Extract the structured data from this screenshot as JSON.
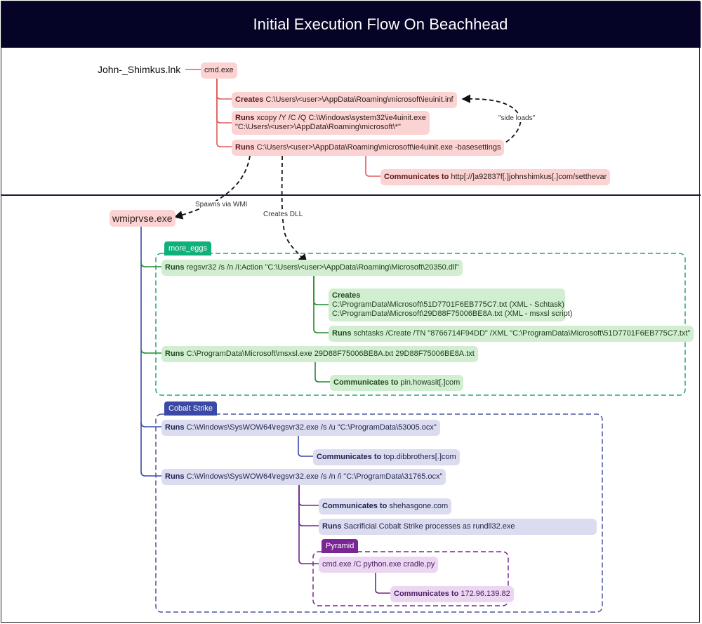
{
  "title": "Initial Execution Flow On Beachhead",
  "colors": {
    "header_bg": "#050426",
    "stage1_line": "#e05b5b",
    "more_eggs": "#1fa57a",
    "cobalt_strike": "#3b49a6",
    "pyramid": "#7b2595"
  },
  "stage1": {
    "root": "John-_Shimkus.lnk",
    "cmd": "cmd.exe",
    "children": [
      {
        "verb": "Creates",
        "text": "C:\\Users\\<user>\\AppData\\Roaming\\microsoft\\ieuinit.inf"
      },
      {
        "verb": "Runs",
        "text": "xcopy  /Y /C /Q C:\\Windows\\system32\\ie4uinit.exe",
        "text2": "\"C:\\Users\\<user>\\AppData\\Roaming\\microsoft\\*\""
      },
      {
        "verb": "Runs",
        "text": "C:\\Users\\<user>\\AppData\\Roaming\\microsoft\\ie4uinit.exe -basesettings"
      }
    ],
    "communicates": {
      "verb": "Communicates to",
      "text": "http[://]a92837f[.]johnshimkus[.]com/setthevar"
    },
    "side_loads_label": "\"side loads\""
  },
  "edges": {
    "spawns_label": "Spawns via WMI",
    "creates_dll_label": "Creates DLL"
  },
  "stage2": {
    "root": "wmiprvse.exe",
    "more_eggs": {
      "tag": "more_eggs",
      "runs1": {
        "verb": "Runs",
        "text": "regsvr32 /s /n /i:Action \"C:\\Users\\<user>\\AppData\\Roaming\\Microsoft\\20350.dll\""
      },
      "creates": {
        "verb": "Creates",
        "lines": [
          "C:\\ProgramData\\Microsoft\\51D7701F6EB775C7.txt (XML - Schtask)",
          "C:\\ProgramData\\Microsoft\\29D88F75006BE8A.txt (XML - msxsl script)"
        ]
      },
      "schtasks": {
        "verb": "Runs",
        "text": "schtasks /Create /TN \"8766714F94DD\" /XML \"C:\\ProgramData\\Microsoft\\51D7701F6EB775C7.txt\""
      },
      "runs2": {
        "verb": "Runs",
        "text": "C:\\ProgramData\\Microsoft\\msxsl.exe 29D88F75006BE8A.txt 29D88F75006BE8A.txt"
      },
      "communicates": {
        "verb": "Communicates to",
        "text": "pin.howasit[.]com"
      }
    },
    "cobalt_strike": {
      "tag": "Cobalt Strike",
      "runs1": {
        "verb": "Runs",
        "text": "C:\\Windows\\SysWOW64\\regsvr32.exe /s /u \"C:\\ProgramData\\53005.ocx\""
      },
      "communicates1": {
        "verb": "Communicates to",
        "text": "top.dibbrothers[.]com"
      },
      "runs2": {
        "verb": "Runs",
        "text": "C:\\Windows\\SysWOW64\\regsvr32.exe /s /n /i \"C:\\ProgramData\\31765.ocx\""
      },
      "communicates2": {
        "verb": "Communicates to",
        "text": "shehasgone.com"
      },
      "sacrificial": {
        "verb": "Runs",
        "text": "Sacrificial Cobalt Strike processes as rundll32.exe"
      }
    },
    "pyramid": {
      "tag": "Pyramid",
      "cmd": "cmd.exe /C python.exe cradle.py",
      "communicates": {
        "verb": "Communicates to",
        "text": "172.96.139.82"
      }
    }
  }
}
